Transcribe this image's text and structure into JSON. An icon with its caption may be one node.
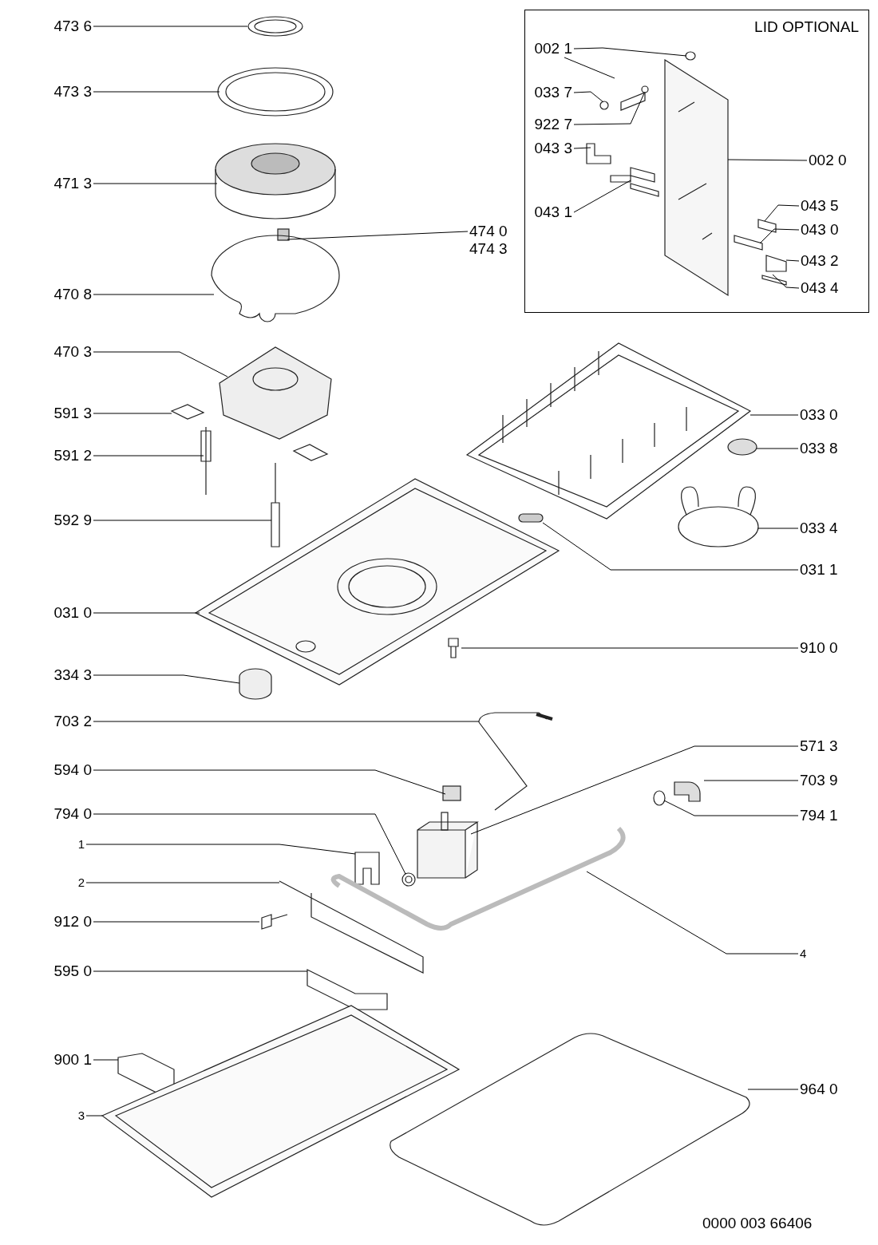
{
  "diagram": {
    "nodes": [
      {
        "text": [
          "LID OPTIONAL"
        ]
      },
      {
        "text": [
          "473 6"
        ]
      },
      {
        "text": [
          "473 3"
        ]
      },
      {
        "text": [
          "471 3"
        ]
      },
      {
        "text": [
          "474 0",
          "474 3"
        ]
      },
      {
        "text": [
          "470 8"
        ]
      },
      {
        "text": [
          "470 3"
        ]
      },
      {
        "text": [
          "591 3"
        ]
      },
      {
        "text": [
          "591 2"
        ]
      },
      {
        "text": [
          "592 9"
        ]
      },
      {
        "text": [
          "031 0"
        ]
      },
      {
        "text": [
          "334 3"
        ]
      },
      {
        "text": [
          "703 2"
        ]
      },
      {
        "text": [
          "594 0"
        ]
      },
      {
        "text": [
          "794 0"
        ]
      },
      {
        "text": [
          "1"
        ]
      },
      {
        "text": [
          "2"
        ]
      },
      {
        "text": [
          "912 0"
        ]
      },
      {
        "text": [
          "595 0"
        ]
      },
      {
        "text": [
          "900 1"
        ]
      },
      {
        "text": [
          "3"
        ]
      },
      {
        "text": [
          "033 0"
        ]
      },
      {
        "text": [
          "033 8"
        ]
      },
      {
        "text": [
          "033 4"
        ]
      },
      {
        "text": [
          "031 1"
        ]
      },
      {
        "text": [
          "910 0"
        ]
      },
      {
        "text": [
          "571 3"
        ]
      },
      {
        "text": [
          "703 9"
        ]
      },
      {
        "text": [
          "794 1"
        ]
      },
      {
        "text": [
          "4"
        ]
      },
      {
        "text": [
          "964 0"
        ]
      },
      {
        "text": [
          "002 1"
        ],
        "in": 0
      },
      {
        "text": [
          "033 7"
        ],
        "in": 0
      },
      {
        "text": [
          "922 7"
        ],
        "in": 0
      },
      {
        "text": [
          "043 3"
        ],
        "in": 0
      },
      {
        "text": [
          "043 1"
        ],
        "in": 0
      },
      {
        "text": [
          "002 0"
        ],
        "in": 0
      },
      {
        "text": [
          "043 5"
        ],
        "in": 0
      },
      {
        "text": [
          "043 0"
        ],
        "in": 0
      },
      {
        "text": [
          "043 2"
        ],
        "in": 0
      },
      {
        "text": [
          "043 4"
        ],
        "in": 0
      }
    ],
    "edges": [
      {
        "from": 1,
        "to": null,
        "arrow": "none"
      },
      {
        "from": 2,
        "to": null,
        "arrow": "none"
      },
      {
        "from": 3,
        "to": null,
        "arrow": "none"
      },
      {
        "from": 4,
        "to": null,
        "arrow": "none"
      },
      {
        "from": 5,
        "to": null,
        "arrow": "none"
      },
      {
        "from": 6,
        "to": null,
        "arrow": "none"
      },
      {
        "from": 7,
        "to": null,
        "arrow": "none"
      },
      {
        "from": 8,
        "to": null,
        "arrow": "none"
      },
      {
        "from": 9,
        "to": null,
        "arrow": "none"
      },
      {
        "from": 10,
        "to": null,
        "arrow": "none"
      },
      {
        "from": 11,
        "to": null,
        "arrow": "none"
      },
      {
        "from": 12,
        "to": null,
        "arrow": "none"
      },
      {
        "from": 13,
        "to": null,
        "arrow": "none"
      },
      {
        "from": 14,
        "to": null,
        "arrow": "none"
      },
      {
        "from": 15,
        "to": null,
        "arrow": "none"
      },
      {
        "from": 16,
        "to": null,
        "arrow": "none"
      },
      {
        "from": 17,
        "to": null,
        "arrow": "none"
      },
      {
        "from": 18,
        "to": null,
        "arrow": "none"
      },
      {
        "from": 19,
        "to": null,
        "arrow": "none"
      },
      {
        "from": 20,
        "to": null,
        "arrow": "none"
      },
      {
        "from": 21,
        "to": null,
        "arrow": "none"
      },
      {
        "from": 22,
        "to": null,
        "arrow": "none"
      },
      {
        "from": 23,
        "to": null,
        "arrow": "none"
      },
      {
        "from": 24,
        "to": null,
        "arrow": "none"
      },
      {
        "from": 25,
        "to": null,
        "arrow": "none"
      },
      {
        "from": 26,
        "to": null,
        "arrow": "none"
      },
      {
        "from": 27,
        "to": null,
        "arrow": "none"
      },
      {
        "from": 28,
        "to": null,
        "arrow": "none"
      },
      {
        "from": 29,
        "to": null,
        "arrow": "none"
      },
      {
        "from": 30,
        "to": null,
        "arrow": "none"
      },
      {
        "from": 31,
        "to": null,
        "arrow": "none"
      },
      {
        "from": 31,
        "to": null,
        "arrow": "none"
      },
      {
        "from": 32,
        "to": null,
        "arrow": "none"
      },
      {
        "from": 33,
        "to": null,
        "arrow": "none"
      },
      {
        "from": 34,
        "to": null,
        "arrow": "none"
      },
      {
        "from": 35,
        "to": null,
        "arrow": "none"
      },
      {
        "from": 36,
        "to": null,
        "arrow": "none"
      },
      {
        "from": 37,
        "to": null,
        "arrow": "none"
      },
      {
        "from": 38,
        "to": null,
        "arrow": "none"
      },
      {
        "from": 39,
        "to": null,
        "arrow": "none"
      },
      {
        "from": 40,
        "to": null,
        "arrow": "none"
      }
    ],
    "labels": [
      "0000 003 66406"
    ]
  }
}
